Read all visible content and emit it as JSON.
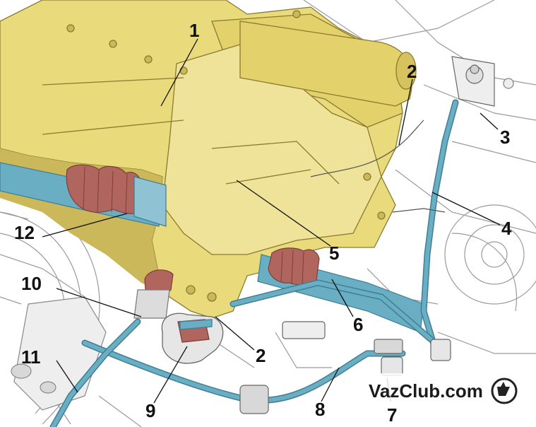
{
  "colors": {
    "background": "#ffffff",
    "line_art": "#9a9a9a",
    "gearbox": "#e9da7c",
    "gearbox_shadow": "#cbb85a",
    "rod": "#6aaec4",
    "rod_dark": "#3f7f95",
    "boot": "#b0665e",
    "boot_dark": "#7d3e38",
    "callout_text": "#111111"
  },
  "callouts": [
    {
      "id": "1",
      "label": "1"
    },
    {
      "id": "2a",
      "label": "2"
    },
    {
      "id": "2b",
      "label": "2"
    },
    {
      "id": "3",
      "label": "3"
    },
    {
      "id": "4",
      "label": "4"
    },
    {
      "id": "5",
      "label": "5"
    },
    {
      "id": "6",
      "label": "6"
    },
    {
      "id": "7",
      "label": "7"
    },
    {
      "id": "8",
      "label": "8"
    },
    {
      "id": "9",
      "label": "9"
    },
    {
      "id": "10",
      "label": "10"
    },
    {
      "id": "11",
      "label": "11"
    },
    {
      "id": "12",
      "label": "12"
    }
  ],
  "watermark": {
    "text": "VazClub.com",
    "logo_icon": "lada-boat-logo-icon"
  }
}
